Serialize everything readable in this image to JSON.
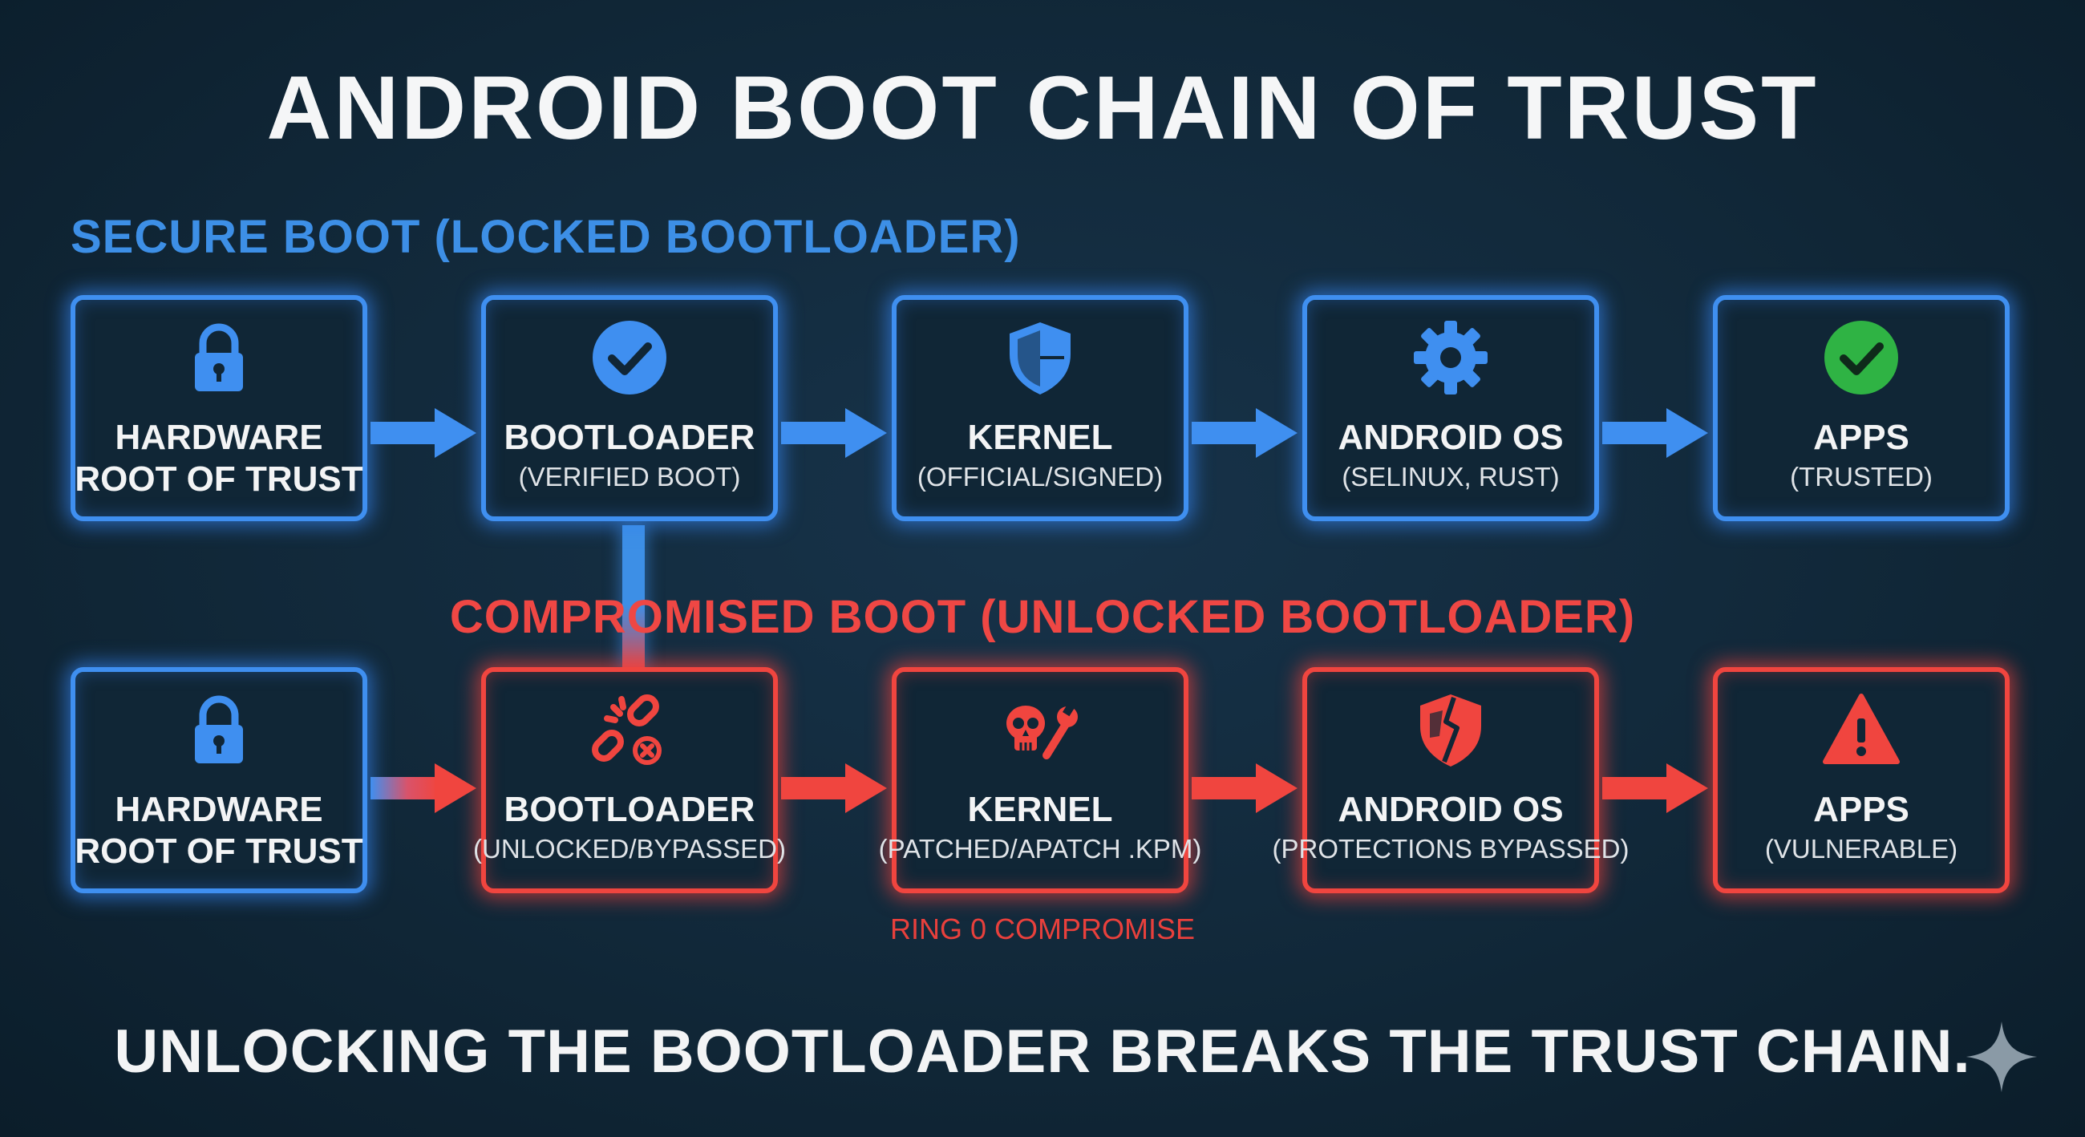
{
  "title": "ANDROID BOOT CHAIN OF TRUST",
  "secure": {
    "label": "SECURE BOOT (LOCKED BOOTLOADER)",
    "steps": [
      {
        "title1": "HARDWARE",
        "title2": "ROOT OF TRUST",
        "subtitle": "",
        "icon": "lock-icon"
      },
      {
        "title1": "BOOTLOADER",
        "title2": "",
        "subtitle": "(VERIFIED BOOT)",
        "icon": "check-circle-icon"
      },
      {
        "title1": "KERNEL",
        "title2": "",
        "subtitle": "(OFFICIAL/SIGNED)",
        "icon": "shield-icon"
      },
      {
        "title1": "ANDROID OS",
        "title2": "",
        "subtitle": "(SELINUX, RUST)",
        "icon": "gear-icon"
      },
      {
        "title1": "APPS",
        "title2": "",
        "subtitle": "(TRUSTED)",
        "icon": "green-check-icon"
      }
    ]
  },
  "compromised": {
    "label": "COMPROMISED BOOT (UNLOCKED BOOTLOADER)",
    "steps": [
      {
        "title1": "HARDWARE",
        "title2": "ROOT OF TRUST",
        "subtitle": "",
        "icon": "lock-icon"
      },
      {
        "title1": "BOOTLOADER",
        "title2": "",
        "subtitle": "(UNLOCKED/BYPASSED)",
        "icon": "broken-chain-icon"
      },
      {
        "title1": "KERNEL",
        "title2": "",
        "subtitle": "(PATCHED/APATCH .KPM)",
        "icon": "skull-wrench-icon"
      },
      {
        "title1": "ANDROID OS",
        "title2": "",
        "subtitle": "(PROTECTIONS BYPASSED)",
        "icon": "broken-shield-icon"
      },
      {
        "title1": "APPS",
        "title2": "",
        "subtitle": "(VULNERABLE)",
        "icon": "warning-icon"
      }
    ],
    "ring_label": "RING 0 COMPROMISE"
  },
  "footer": "UNLOCKING THE BOOTLOADER BREAKS THE TRUST CHAIN.",
  "colors": {
    "blue": "#3f8ff0",
    "red": "#f0453f",
    "green": "#2fb344",
    "background": "#112839"
  }
}
